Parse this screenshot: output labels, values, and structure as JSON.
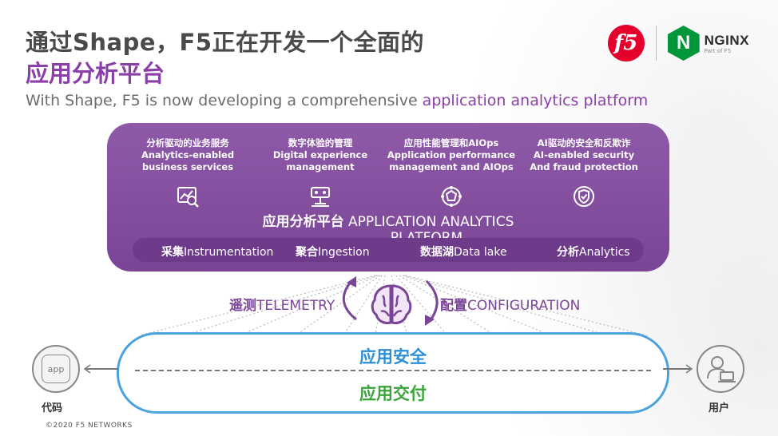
{
  "header": {
    "title_line1": "通过Shape，F5正在开发一个全面的",
    "title_line2": "应用分析平台",
    "subtitle_plain": "With Shape, F5 is now developing a comprehensive ",
    "subtitle_highlight": "application analytics platform"
  },
  "logos": {
    "f5": "f5",
    "nginx_letter": "N",
    "nginx_name": "NGINX",
    "nginx_sub": "Part of F5"
  },
  "platform": {
    "columns": [
      {
        "cn": "分析驱动的业务服务",
        "en1": "Analytics-enabled",
        "en2": "business services",
        "icon": "analytics-chart-icon"
      },
      {
        "cn": "数字体验的管理",
        "en1": "Digital experience",
        "en2": "management",
        "icon": "experience-balance-icon"
      },
      {
        "cn": "应用性能管理和AIOps",
        "en1": "Application performance",
        "en2": "management and AIOps",
        "icon": "performance-gear-icon"
      },
      {
        "cn": "AI驱动的安全和反欺诈",
        "en1": "AI-enabled security",
        "en2": "And fraud protection",
        "icon": "security-shield-icon"
      }
    ],
    "label_cn": "应用分析平台",
    "label_en_1": "APPLICATION ANALYTICS",
    "label_en_2": "PLATFORM",
    "bar": [
      {
        "cn": "采集",
        "en": "Instrumentation"
      },
      {
        "cn": "聚合",
        "en": "Ingestion"
      },
      {
        "cn": "数据湖",
        "en": "Data lake"
      },
      {
        "cn": "分析",
        "en": "Analytics"
      }
    ]
  },
  "flow": {
    "telemetry_cn": "遥测",
    "telemetry_en": "TELEMETRY",
    "configuration_cn": "配置",
    "configuration_en": "CONFIGURATION"
  },
  "pill": {
    "security": "应用安全",
    "delivery": "应用交付"
  },
  "endpoints": {
    "app_icon_text": "app",
    "code_label": "代码",
    "user_label": "用户"
  },
  "footer": {
    "copyright": "©2020 F5 NETWORKS"
  },
  "colors": {
    "purple": "#8b3fa8",
    "platform_bg": "#7a4596",
    "security_blue": "#2a8fd4",
    "delivery_green": "#3aa33a",
    "f5_red": "#e4002b",
    "nginx_green": "#009639"
  }
}
